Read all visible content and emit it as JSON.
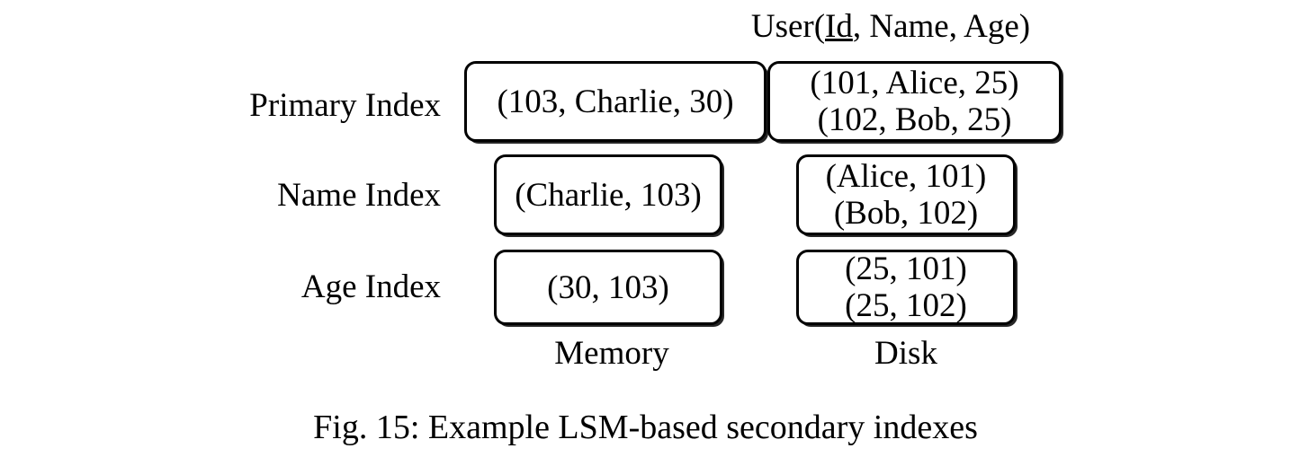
{
  "figure": {
    "relation": {
      "prefix": "User(",
      "primary_key": "Id",
      "suffix": ", Name, Age)"
    },
    "rows": [
      {
        "label": "Primary Index",
        "memory": [
          "(103, Charlie, 30)"
        ],
        "disk": [
          "(101, Alice, 25)",
          "(102, Bob, 25)"
        ]
      },
      {
        "label": "Name Index",
        "memory": [
          "(Charlie, 103)"
        ],
        "disk": [
          "(Alice, 101)",
          "(Bob, 102)"
        ]
      },
      {
        "label": "Age Index",
        "memory": [
          "(30, 103)"
        ],
        "disk": [
          "(25, 101)",
          "(25, 102)"
        ]
      }
    ],
    "columns": {
      "memory_label": "Memory",
      "disk_label": "Disk"
    },
    "caption": "Fig. 15: Example LSM-based secondary indexes",
    "colors": {
      "background": "#ffffff",
      "ink": "#000000",
      "box_border": "#000000"
    }
  }
}
